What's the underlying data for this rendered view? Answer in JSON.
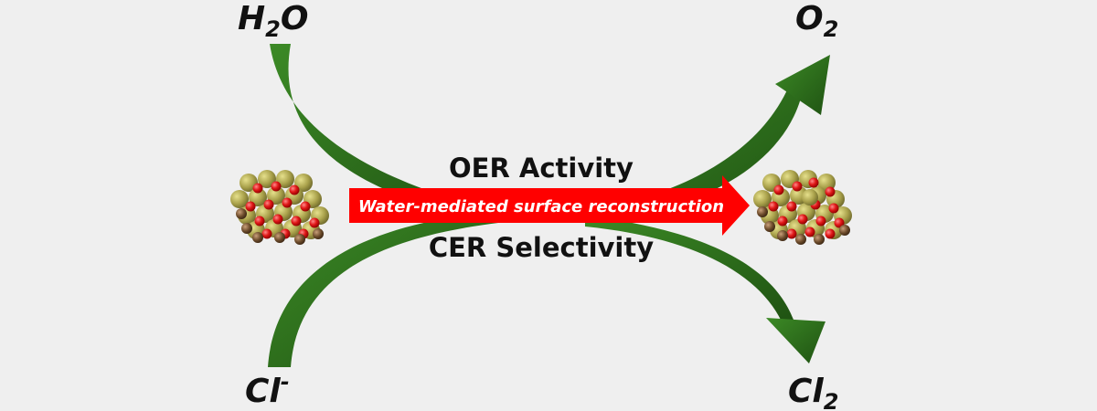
{
  "reactants": {
    "water": {
      "main": "H",
      "sub": "2",
      "tail": "O"
    },
    "chloride": {
      "main": "Cl",
      "sup": "-"
    }
  },
  "products": {
    "oxygen": {
      "main": "O",
      "sub": "2"
    },
    "chlorine": {
      "main": "Cl",
      "sub": "2"
    }
  },
  "metrics": {
    "top": "OER Activity",
    "bottom": "CER Selectivity"
  },
  "center_arrow": {
    "label": "Water-mediated surface reconstruction",
    "color": "#ff0000"
  },
  "colors": {
    "pathway_green": "#2e6f1e",
    "pathway_dark": "#1f4d12",
    "atom_gold": "#a8a04a",
    "atom_red": "#d41a1a",
    "atom_brown": "#6b4a2a",
    "background": "#efefef"
  }
}
